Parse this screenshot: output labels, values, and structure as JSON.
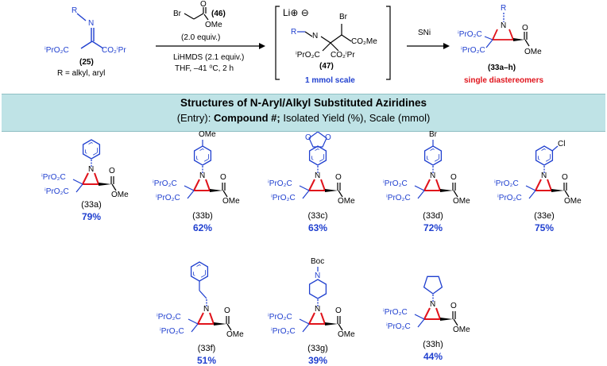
{
  "scheme": {
    "imine": {
      "r_label": "R",
      "n_label": "N",
      "ester_left": "ⁱPrO₂C",
      "ester_right": "CO₂ⁱPr",
      "compound": "25",
      "r_def": "R = alkyl, aryl"
    },
    "reagent": {
      "br": "Br",
      "o": "O",
      "ome": "OMe",
      "compound": "46",
      "equiv": "(2.0 equiv.)"
    },
    "conditions": {
      "base": "LiHMDS (2.1 equiv.)",
      "solvent": "THF, –41 ⁰C, 2 h"
    },
    "intermediate": {
      "li": "Li⊕ ⊖",
      "br": "Br",
      "r": "R",
      "n": "N",
      "ester_right": "CO₂Me",
      "ester_bl": "ⁱPrO₂C",
      "ester_br": "CO₂ⁱPr",
      "compound": "47",
      "scale": "1 mmol scale"
    },
    "step2": "SNi",
    "product": {
      "r": "R",
      "n": "N",
      "ester_top": "ⁱPrO₂C",
      "ester_bottom": "ⁱPrO₂C",
      "co": "O",
      "ome": "OMe",
      "compound": "33a–h",
      "note": "single diastereomers"
    }
  },
  "banner": {
    "title": "Structures of N-Aryl/Alkyl Substituted Aziridines",
    "subtitle_prefix": "(Entry):",
    "subtitle_bold": "Compound #;",
    "subtitle_rest": "Isolated Yield (%), Scale (mmol)"
  },
  "compounds": [
    {
      "id": "(33a)",
      "yield": "79%",
      "subst": ""
    },
    {
      "id": "(33b)",
      "yield": "62%",
      "subst": "OMe"
    },
    {
      "id": "(33c)",
      "yield": "63%",
      "subst": ""
    },
    {
      "id": "(33d)",
      "yield": "72%",
      "subst": "Br"
    },
    {
      "id": "(33e)",
      "yield": "75%",
      "subst": "Cl"
    },
    {
      "id": "(33f)",
      "yield": "51%",
      "subst": ""
    },
    {
      "id": "(33g)",
      "yield": "39%",
      "subst": "Boc"
    },
    {
      "id": "(33h)",
      "yield": "44%",
      "subst": ""
    }
  ],
  "core_labels": {
    "n": "N",
    "ester": "ⁱPrO₂C",
    "o": "O",
    "ome": "OMe"
  },
  "colors": {
    "blue": "#1f3fcf",
    "red": "#e0131b",
    "banner": "#bfe3e6"
  }
}
